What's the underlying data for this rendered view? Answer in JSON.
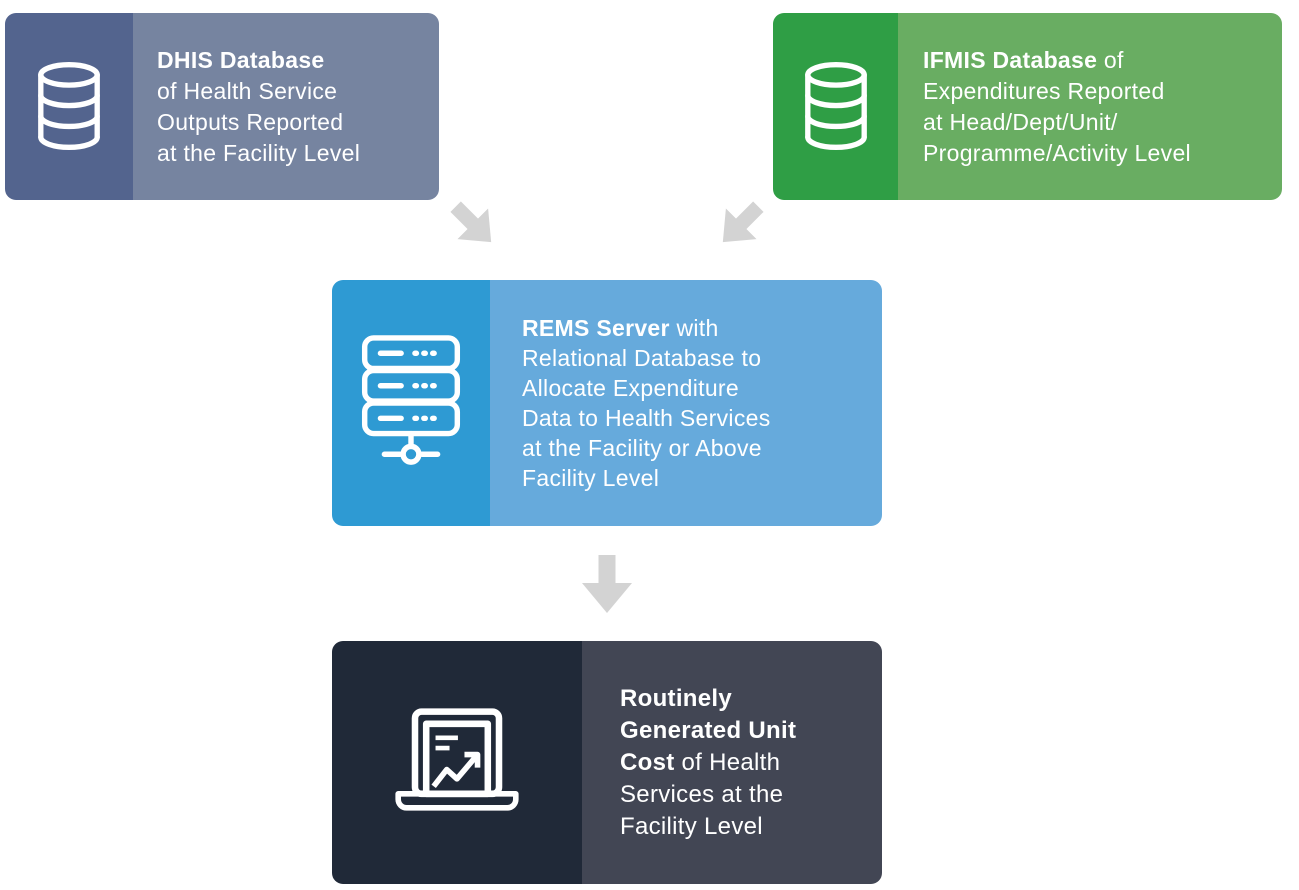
{
  "canvas": {
    "background": "#ffffff"
  },
  "arrow_color": "#d3d3d3",
  "text_color": "#ffffff",
  "boxes": [
    {
      "id": "dhis",
      "icon": "database-icon",
      "colors": {
        "icon_bg": "#53648e",
        "text_bg": "#7684a0"
      },
      "lines": [
        {
          "bold": "DHIS Database",
          "rest": ""
        },
        {
          "bold": "",
          "rest": "of Health Service"
        },
        {
          "bold": "",
          "rest": "Outputs Reported"
        },
        {
          "bold": "",
          "rest": "at the Facility Level"
        }
      ]
    },
    {
      "id": "ifmis",
      "icon": "database-icon",
      "colors": {
        "icon_bg": "#2f9e45",
        "text_bg": "#69ad62"
      },
      "lines": [
        {
          "bold": "IFMIS Database",
          "rest": " of"
        },
        {
          "bold": "",
          "rest": "Expenditures Reported"
        },
        {
          "bold": "",
          "rest": "at Head/Dept/Unit/"
        },
        {
          "bold": "",
          "rest": "Programme/Activity Level"
        }
      ]
    },
    {
      "id": "rems",
      "icon": "server-icon",
      "colors": {
        "icon_bg": "#2e9ad3",
        "text_bg": "#66aadc"
      },
      "lines": [
        {
          "bold": "REMS Server",
          "rest": " with"
        },
        {
          "bold": "",
          "rest": "Relational Database to"
        },
        {
          "bold": "",
          "rest": "Allocate Expenditure"
        },
        {
          "bold": "",
          "rest": "Data to Health Services"
        },
        {
          "bold": "",
          "rest": "at the Facility or Above"
        },
        {
          "bold": "",
          "rest": "Facility Level"
        }
      ]
    },
    {
      "id": "output",
      "icon": "laptop-chart-icon",
      "colors": {
        "icon_bg": "#202938",
        "text_bg": "#424654"
      },
      "lines": [
        {
          "bold": "Routinely",
          "rest": ""
        },
        {
          "bold": "Generated Unit",
          "rest": ""
        },
        {
          "bold": "Cost",
          "rest": " of Health"
        },
        {
          "bold": "",
          "rest": "Services at the"
        },
        {
          "bold": "",
          "rest": "Facility Level"
        }
      ]
    }
  ],
  "arrows": [
    {
      "id": "dhis-to-rems",
      "direction": "down-right"
    },
    {
      "id": "ifmis-to-rems",
      "direction": "down-left"
    },
    {
      "id": "rems-to-output",
      "direction": "down"
    }
  ]
}
